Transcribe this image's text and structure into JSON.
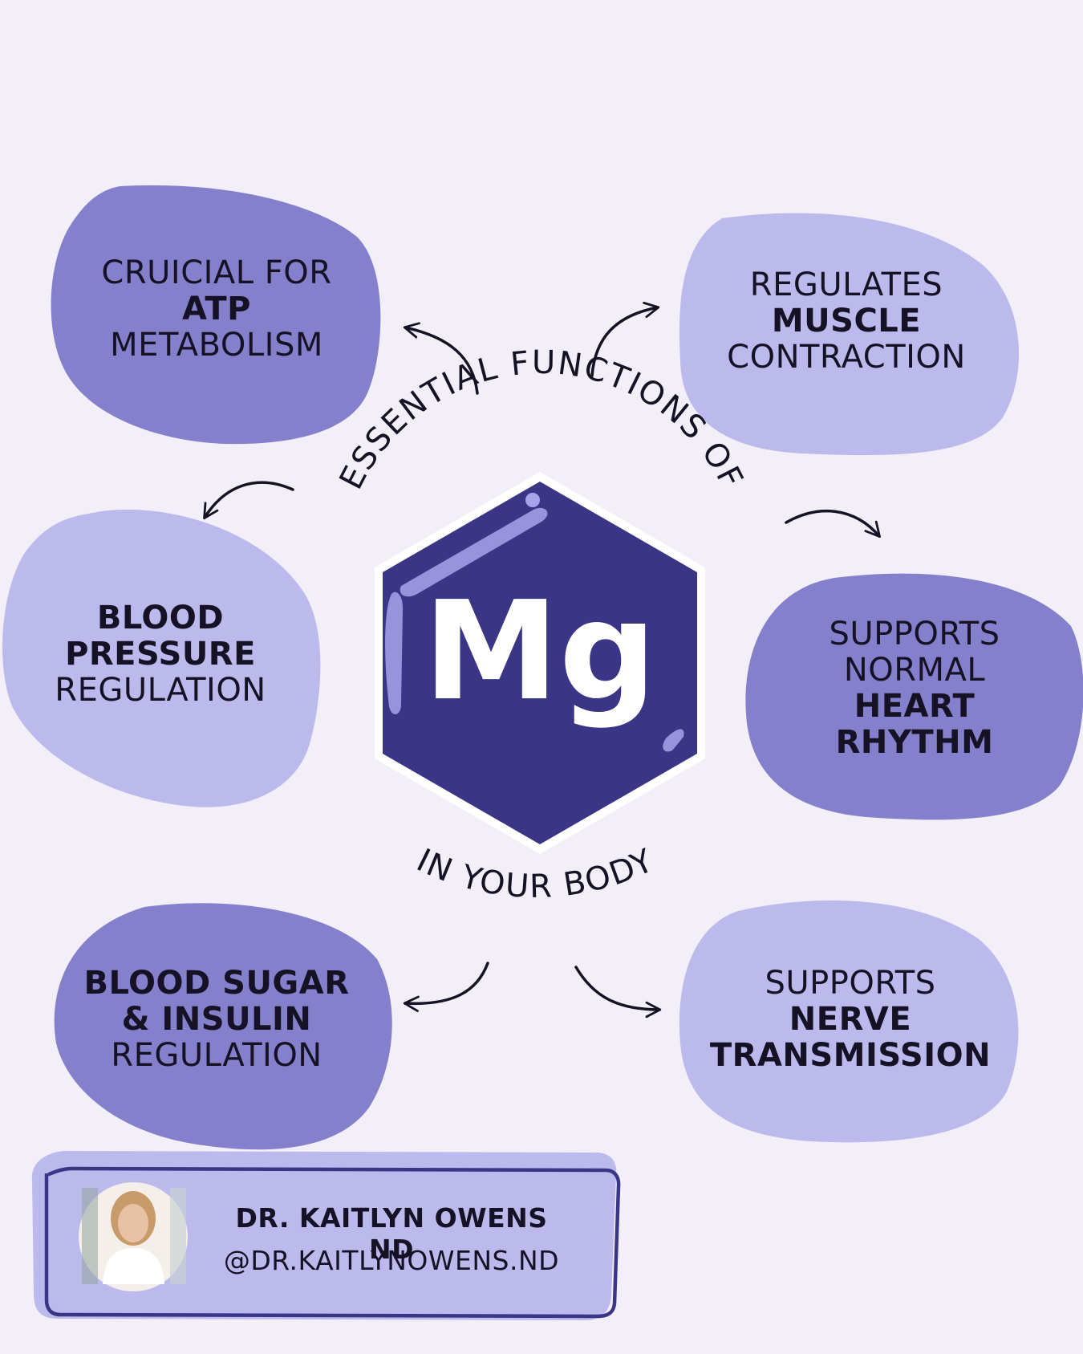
{
  "diagram": {
    "center_symbol": "Mg",
    "title_top": "ESSENTIAL FUNCTIONS OF",
    "title_bottom": "IN YOUR BODY",
    "colors": {
      "background": "#f2eff8",
      "blob_dark": "#8580cc",
      "blob_light": "#bcbaed",
      "hexagon": "#3b3585",
      "hexagon_highlight": "#a9a3ea"
    },
    "functions": [
      {
        "lines": [
          {
            "text": "CRUICIAL FOR",
            "bold": false
          },
          {
            "text": "ATP",
            "bold": true
          },
          {
            "text": "METABOLISM",
            "bold": false
          }
        ]
      },
      {
        "lines": [
          {
            "text": "REGULATES",
            "bold": false
          },
          {
            "text": "MUSCLE",
            "bold": true
          },
          {
            "text": "CONTRACTION",
            "bold": false
          }
        ]
      },
      {
        "lines": [
          {
            "text": "BLOOD",
            "bold": true
          },
          {
            "text": "PRESSURE",
            "bold": true
          },
          {
            "text": "REGULATION",
            "bold": false
          }
        ]
      },
      {
        "lines": [
          {
            "text": "SUPPORTS",
            "bold": false
          },
          {
            "text": "NORMAL",
            "bold": false
          },
          {
            "text": "HEART",
            "bold": true
          },
          {
            "text": "RHYTHM",
            "bold": true
          }
        ]
      },
      {
        "lines": [
          {
            "text": "BLOOD SUGAR",
            "bold": true
          },
          {
            "text": "& INSULIN",
            "bold": true
          },
          {
            "text": "REGULATION",
            "bold": false
          }
        ]
      },
      {
        "lines": [
          {
            "text": "SUPPORTS",
            "bold": false
          },
          {
            "text": "NERVE",
            "bold": true
          },
          {
            "text": "TRANSMISSION",
            "bold": true
          }
        ]
      }
    ]
  },
  "author": {
    "name": "DR. KAITLYN OWENS ND",
    "handle": "@DR.KAITLYNOWENS.ND"
  }
}
